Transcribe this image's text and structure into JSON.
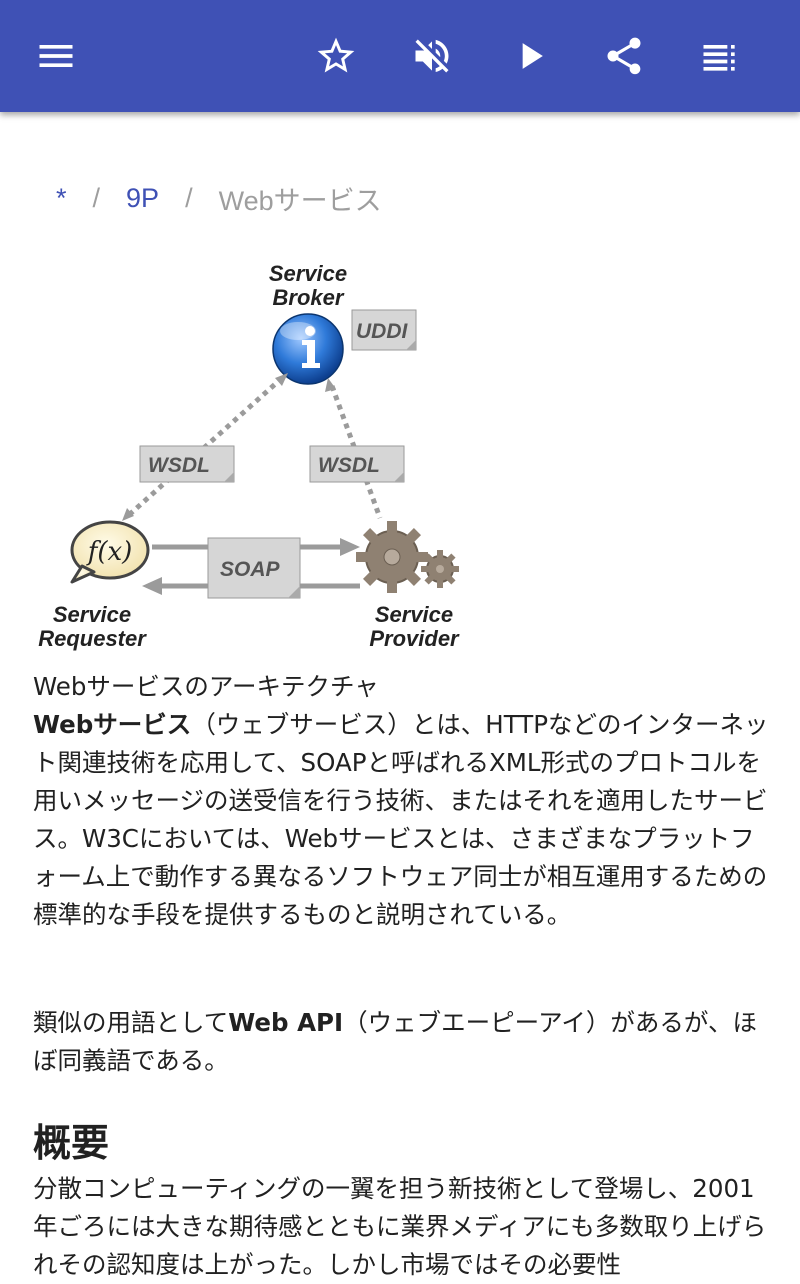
{
  "toolbar": {
    "menu_icon": "menu-icon",
    "star_icon": "star-outline-icon",
    "mute_icon": "volume-off-icon",
    "play_icon": "play-icon",
    "share_icon": "share-icon",
    "list_icon": "playlist-icon"
  },
  "colors": {
    "toolbar": "#3f51b5",
    "link": "#3f51b5",
    "muted": "#9e9e9e"
  },
  "breadcrumb": {
    "home": "*",
    "sep": "/",
    "parent": "9P",
    "current": "Webサービス"
  },
  "figure": {
    "broker": [
      "Service",
      "Broker"
    ],
    "uddi": "UDDI",
    "wsdl_left": "WSDL",
    "wsdl_right": "WSDL",
    "soap": "SOAP",
    "fx": "f(x)",
    "requester": [
      "Service",
      "Requester"
    ],
    "provider": [
      "Service",
      "Provider"
    ]
  },
  "article": {
    "caption": "Webサービスのアーキテクチャ",
    "p1_bold": "Webサービス",
    "p1_text": "（ウェブサービス）とは、HTTPなどのインターネット関連技術を応用して、SOAPと呼ばれるXML形式のプロトコルを用いメッセージの送受信を行う技術、またはそれを適用したサービス。W3Cにおいては、Webサービスとは、さまざまなプラットフォーム上で動作する異なるソフトウェア同士が相互運用するための標準的な手段を提供するものと説明されている。",
    "p2_pre": "類似の用語として",
    "p2_bold": "Web API",
    "p2_text": "（ウェブエーピーアイ）があるが、ほぼ同義語である。",
    "h2": "概要",
    "p3_text": "分散コンピューティングの一翼を担う新技術として登場し、2001年ごろには大きな期待感とともに業界メディアにも多数取り上げられその認知度は上がった。しかし市場ではその必要性"
  }
}
